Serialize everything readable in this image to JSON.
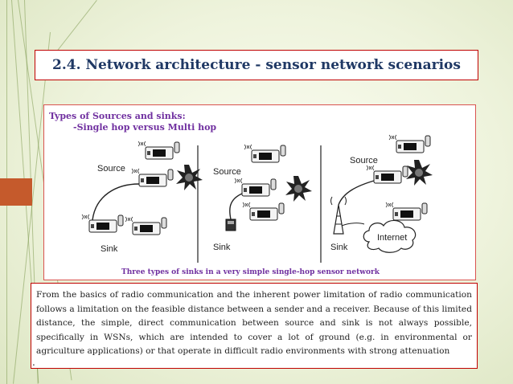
{
  "slide": {
    "title": "2.4. Network architecture - sensor network scenarios",
    "figure": {
      "heading": "Types of Sources and sinks:",
      "subheading": "-Single hop versus Multi hop",
      "caption": "Three types of sinks in a very simple single-hop sensor network",
      "labels": {
        "source1": "Source",
        "sink1": "Sink",
        "source2": "Source",
        "sink2": "Sink",
        "source3": "Source",
        "sink3": "Sink",
        "internet": "Internet"
      }
    },
    "body_text": "From the basics of radio communication and the inherent power limitation of radio communication follows a limitation on the feasible distance between a sender and a receiver. Because of this limited distance, the simple, direct communication between source and sink is not always possible, specifically in WSNs, which are intended to cover a lot of ground (e.g. in environmental or agriculture applications) or that operate in difficult radio environments with strong attenuation",
    "bullet": "."
  },
  "colors": {
    "title_border": "#c00000",
    "title_text": "#1f3864",
    "figure_text": "#7030a0",
    "accent_tab": "#c55a2c"
  }
}
